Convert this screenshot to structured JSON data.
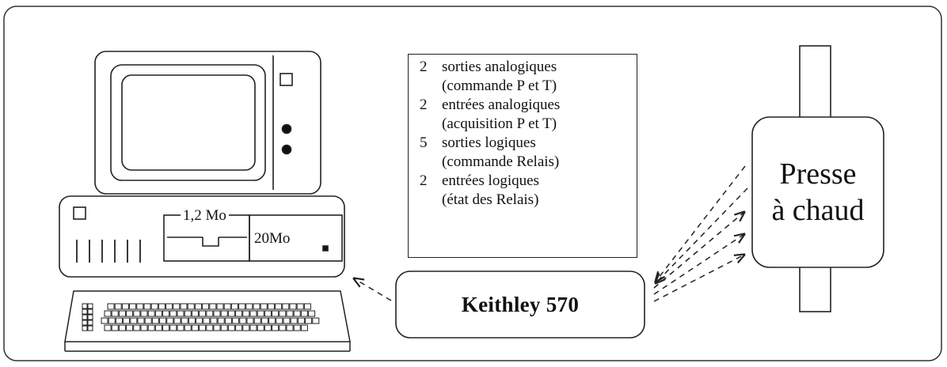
{
  "computer": {
    "floppy_label": "1,2 Mo",
    "hard_disk_label": "20Mo",
    "monitor_icon": "computer-monitor-icon",
    "keyboard_icon": "keyboard-icon"
  },
  "io_box": {
    "items": [
      {
        "count": "2",
        "line1": "sorties analogiques",
        "line2": "(commande P et T)"
      },
      {
        "count": "2",
        "line1": "entrées analogiques",
        "line2": "(acquisition P et T)"
      },
      {
        "count": "5",
        "line1": "sorties logiques",
        "line2": "(commande Relais)"
      },
      {
        "count": "2",
        "line1": "entrées logiques",
        "line2": "(état des Relais)"
      }
    ]
  },
  "interface": {
    "label": "Keithley 570"
  },
  "press": {
    "line1": "Presse",
    "line2": "à chaud"
  }
}
